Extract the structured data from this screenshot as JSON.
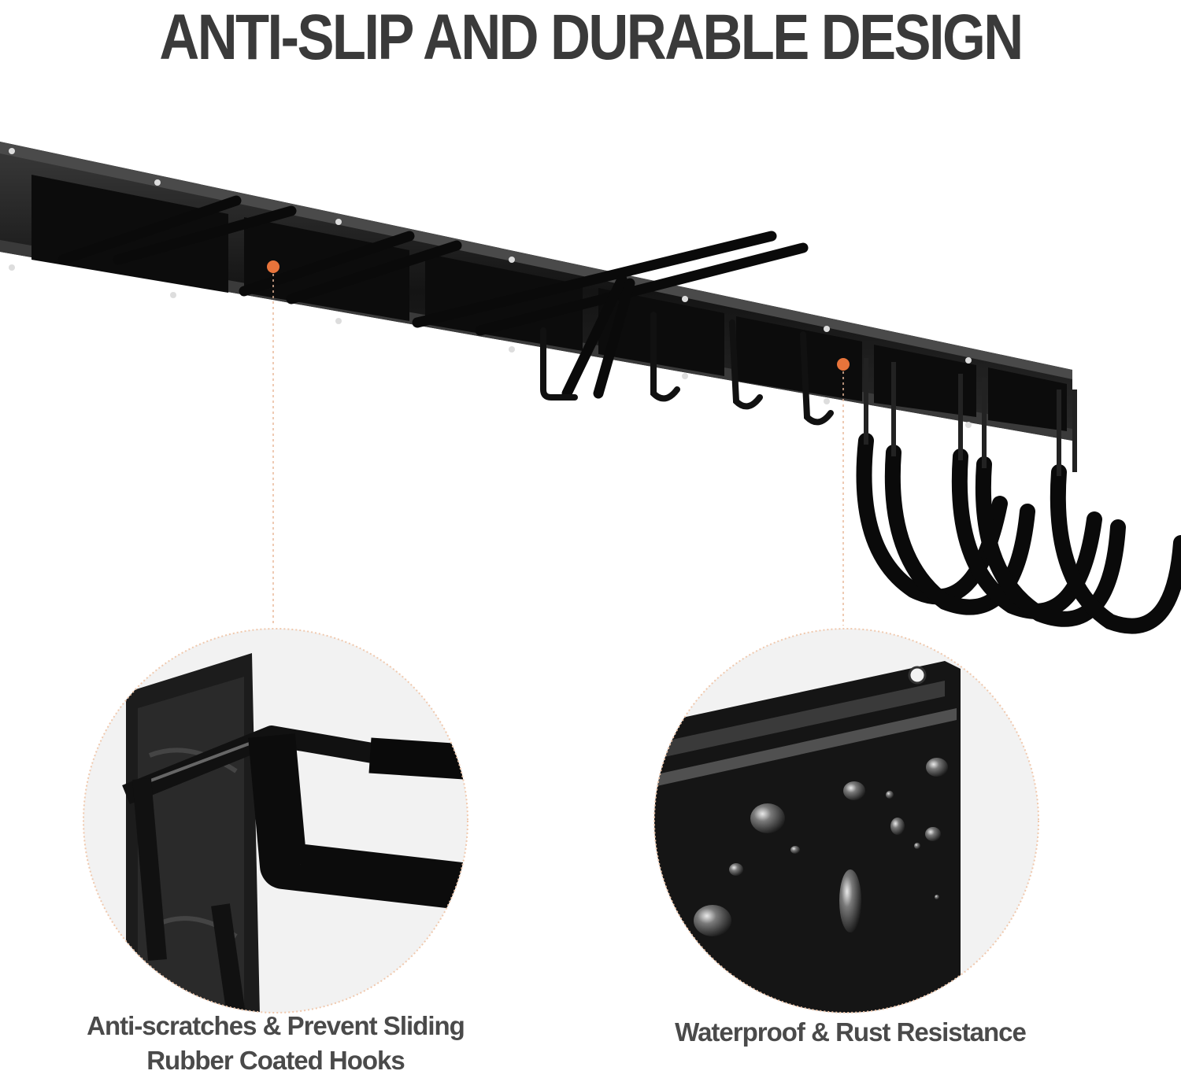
{
  "headline": "ANTI-SLIP AND DURABLE DESIGN",
  "features": [
    {
      "line1": "Anti-scratches & Prevent Sliding",
      "line2": "Rubber Coated Hooks"
    },
    {
      "line1": "Waterproof & Rust Resistance"
    }
  ],
  "colors": {
    "accent": "#e8743b",
    "text": "#4a4a4a",
    "metal": "#1a1a1a"
  },
  "icons": [
    "rack-rail-icon",
    "hook-icon",
    "water-droplet-icon"
  ]
}
